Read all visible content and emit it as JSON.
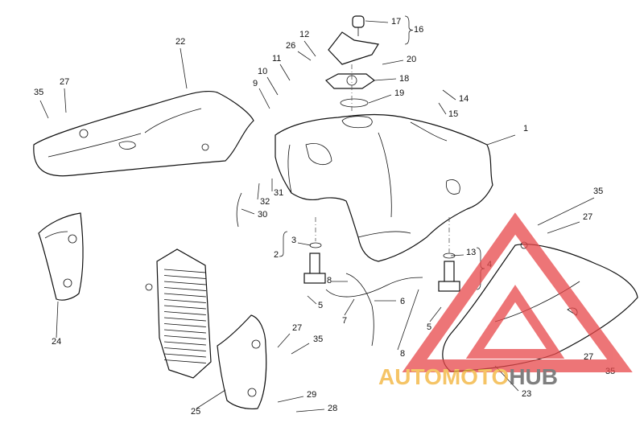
{
  "callouts": [
    {
      "id": "c1",
      "text": "1"
    },
    {
      "id": "c2",
      "text": "2"
    },
    {
      "id": "c3",
      "text": "3"
    },
    {
      "id": "c4",
      "text": "4"
    },
    {
      "id": "c5a",
      "text": "5"
    },
    {
      "id": "c5b",
      "text": "5"
    },
    {
      "id": "c6",
      "text": "6"
    },
    {
      "id": "c7",
      "text": "7"
    },
    {
      "id": "c8a",
      "text": "8"
    },
    {
      "id": "c8b",
      "text": "8"
    },
    {
      "id": "c9",
      "text": "9"
    },
    {
      "id": "c10",
      "text": "10"
    },
    {
      "id": "c11",
      "text": "11"
    },
    {
      "id": "c12",
      "text": "12"
    },
    {
      "id": "c13",
      "text": "13"
    },
    {
      "id": "c14",
      "text": "14"
    },
    {
      "id": "c15",
      "text": "15"
    },
    {
      "id": "c16",
      "text": "16"
    },
    {
      "id": "c17",
      "text": "17"
    },
    {
      "id": "c18",
      "text": "18"
    },
    {
      "id": "c19",
      "text": "19"
    },
    {
      "id": "c20",
      "text": "20"
    },
    {
      "id": "c22",
      "text": "22"
    },
    {
      "id": "c23",
      "text": "23"
    },
    {
      "id": "c24",
      "text": "24"
    },
    {
      "id": "c25",
      "text": "25"
    },
    {
      "id": "c26",
      "text": "26"
    },
    {
      "id": "c27a",
      "text": "27"
    },
    {
      "id": "c27b",
      "text": "27"
    },
    {
      "id": "c27c",
      "text": "27"
    },
    {
      "id": "c27d",
      "text": "27"
    },
    {
      "id": "c28",
      "text": "28"
    },
    {
      "id": "c29",
      "text": "29"
    },
    {
      "id": "c30",
      "text": "30"
    },
    {
      "id": "c31",
      "text": "31"
    },
    {
      "id": "c32",
      "text": "32"
    },
    {
      "id": "c35a",
      "text": "35"
    },
    {
      "id": "c35b",
      "text": "35"
    },
    {
      "id": "c35c",
      "text": "35"
    },
    {
      "id": "c35d",
      "text": "35"
    }
  ],
  "watermark": {
    "part1": "AUTO",
    "part2": "MOTO",
    "part3": "HUB",
    "colors": {
      "triangle": "#e8484a",
      "part1": "#f2b134",
      "part2": "#f2b134",
      "part3": "#555555"
    }
  }
}
